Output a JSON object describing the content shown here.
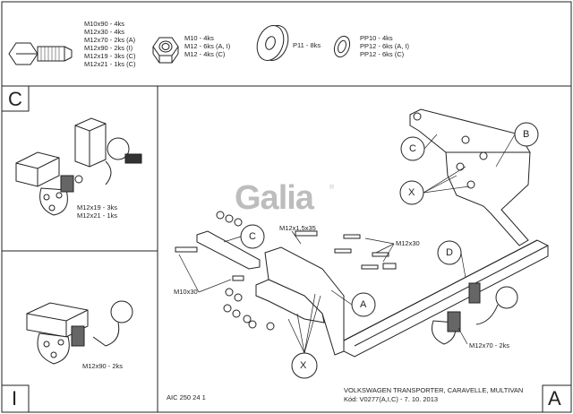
{
  "header_parts": {
    "bolts": [
      "M10x90 - 4ks",
      "M12x30 - 4ks",
      "M12x70 - 2ks (A)",
      "M12x90 - 2ks (I)",
      "M12x19 - 3ks (C)",
      "M12x21 - 1ks (C)"
    ],
    "nuts": [
      "M10 - 4ks",
      "M12 - 6ks (A, I)",
      "M12 - 4ks (C)"
    ],
    "washer_large": "P11 - 8ks",
    "washers_spring": [
      "PP10 - 4ks",
      "PP12 - 6ks (A, I)",
      "PP12 - 6ks (C)"
    ]
  },
  "panel_c": {
    "corner_letter": "C",
    "bolt_labels": [
      "M12x19 - 3ks",
      "M12x21 - 1ks"
    ]
  },
  "panel_i": {
    "corner_letter": "I",
    "bolt_label": "M12x90 - 2ks"
  },
  "main": {
    "logo_text": "Galia",
    "logo_mark": "®",
    "callouts": {
      "a": "A",
      "b": "B",
      "c_top": "C",
      "c_mid": "C",
      "d": "D",
      "x_top": "X",
      "x_bottom": "X"
    },
    "labels": {
      "m12x1_5x35": "M12x1,5x35",
      "m12x30": "M12x30",
      "m10x30": "M10x30",
      "m12x70": "M12x70 - 2ks"
    },
    "corner_letter": "A"
  },
  "footer": {
    "code": "AIC 250 24 1",
    "vehicle": "VOLKSWAGEN TRANSPORTER, CARAVELLE, MULTIVAN",
    "approval": "Kód: V0277(A,I,C) - 7. 10. 2013"
  }
}
